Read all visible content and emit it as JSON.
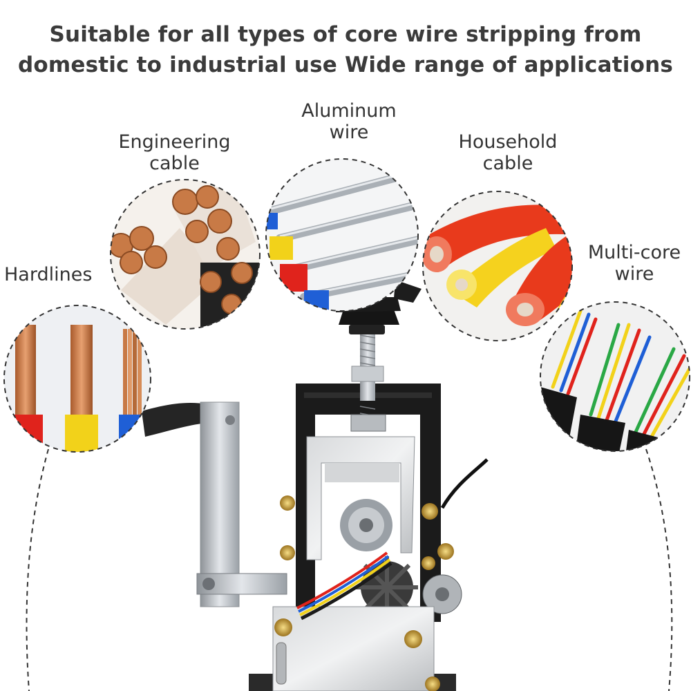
{
  "headline": {
    "line1": "Suitable for all types of core wire stripping from",
    "line2": "domestic to industrial use Wide range of applications"
  },
  "categories": [
    {
      "line1": "Hardlines",
      "line2": ""
    },
    {
      "line1": "Engineering",
      "line2": "cable"
    },
    {
      "line1": "Aluminum",
      "line2": "wire"
    },
    {
      "line1": "Household",
      "line2": "cable"
    },
    {
      "line1": "Multi-core",
      "line2": "wire"
    }
  ],
  "colors": {
    "text": "#3b3b3b",
    "copper": "#c87a46",
    "red": "#e0231c",
    "yellow": "#f2d21a",
    "blue": "#1f5fd6",
    "aluminum": "#b7bcc2",
    "machine_black": "#1b1b1b",
    "brass": "#c9a23a"
  }
}
